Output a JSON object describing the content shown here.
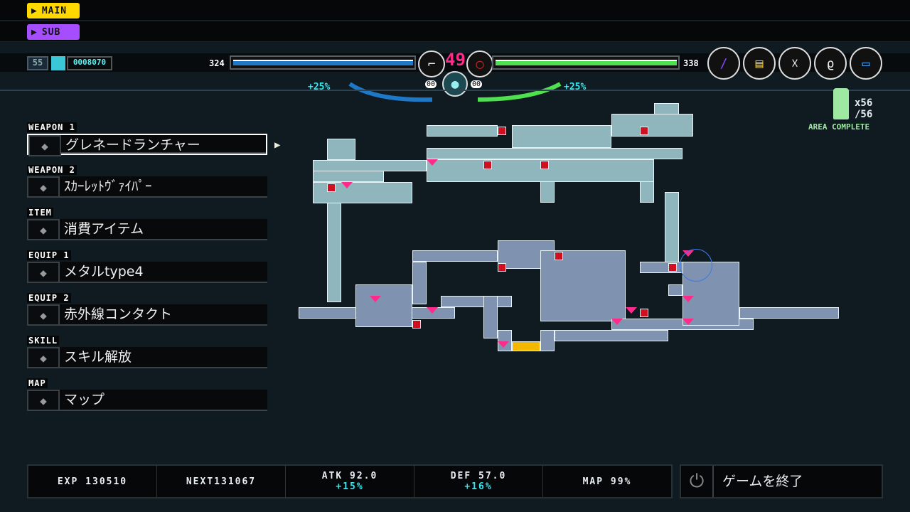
{
  "buttons": {
    "main": "MAIN",
    "sub": "SUB"
  },
  "hud": {
    "level": "55",
    "score": "0008070",
    "hp_left": "324",
    "hp_right": "338",
    "center_count": "49",
    "ammo_left": "00",
    "ammo_right": "00",
    "bonus_left": "+25%",
    "bonus_right": "+25%",
    "hp_left_fill": 1.0,
    "hp_right_fill": 1.0,
    "equip_icons": [
      "syringe-icon",
      "card-icon",
      "skill-figure-icon",
      "whip-icon",
      "device-icon"
    ]
  },
  "area": {
    "count": "x56",
    "total": "/56",
    "status": "AREA COMPLETE"
  },
  "menu": [
    {
      "label": "WEAPON 1",
      "text": "グレネードランチャー",
      "icon": "grenade-launcher-icon"
    },
    {
      "label": "WEAPON 2",
      "text": "ｽｶｰﾚｯﾄｳﾞｧｲﾊﾟｰ",
      "icon": "scarlet-viper-icon"
    },
    {
      "label": "ITEM",
      "text": "消費アイテム",
      "icon": "potion-icon"
    },
    {
      "label": "EQUIP 1",
      "text": "メタルtype4",
      "icon": "armor-icon"
    },
    {
      "label": "EQUIP 2",
      "text": "赤外線コンタクト",
      "icon": "contact-lens-icon"
    },
    {
      "label": "SKILL",
      "text": "スキル解放",
      "icon": "arm-icon"
    },
    {
      "label": "MAP",
      "text": "マップ",
      "icon": "map-pin-icon"
    }
  ],
  "stats": {
    "exp": "EXP 130510",
    "next": "NEXT131067",
    "atk": "ATK 92.0",
    "atk_bonus": "+15%",
    "def": "DEF 57.0",
    "def_bonus": "+16%",
    "map": "MAP  99%"
  },
  "quit": "ゲームを終了",
  "colors": {
    "main": "#ffd800",
    "sub": "#a64dff",
    "hp": "#1e78c8",
    "enemy": "#4ee04e",
    "accent": "#38e6f0",
    "pink": "#ff2a8a"
  }
}
